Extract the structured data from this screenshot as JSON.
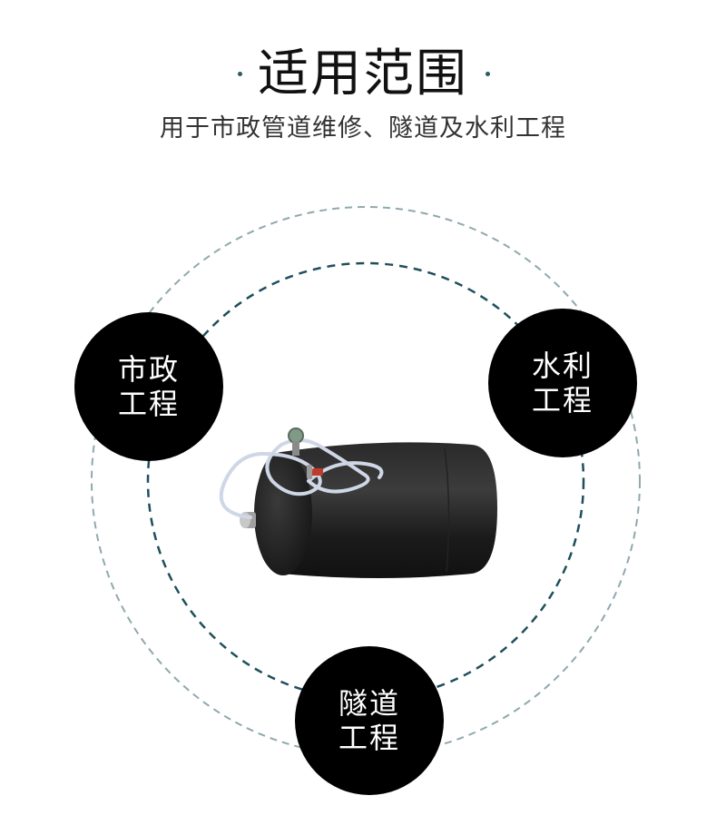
{
  "header": {
    "title": "适用范围",
    "subtitle": "用于市政管道维修、隧道及水利工程"
  },
  "badges": {
    "municipal": "市政\n工程",
    "water": "水利\n工程",
    "tunnel": "隧道\n工程"
  },
  "colors": {
    "accent": "#2b5b66",
    "outer_ring": "#8fa9ad",
    "inner_ring": "#1f4f5c",
    "badge_bg": "#000000",
    "badge_text": "#ffffff"
  },
  "product": {
    "icon": "pipe-plug-airbag-image"
  }
}
